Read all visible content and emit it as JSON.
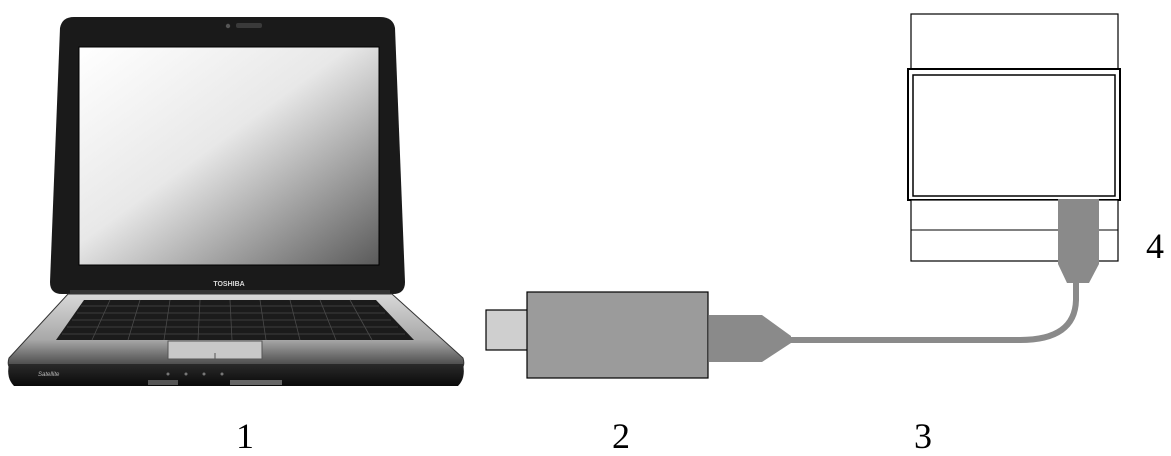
{
  "callouts": {
    "laptop": "1",
    "usb_adapter": "2",
    "cable": "3",
    "module": "4"
  },
  "laptop": {
    "brand_text": "TOSHIBA",
    "model_text": "Satellite"
  },
  "colors": {
    "adapter_body": "#9b9b9b",
    "adapter_plug": "#cfcfcf",
    "cable": "#8a8a8a",
    "laptop_bezel": "#1a1a1a",
    "laptop_base": "#b8b8b8",
    "outline": "#000000"
  }
}
